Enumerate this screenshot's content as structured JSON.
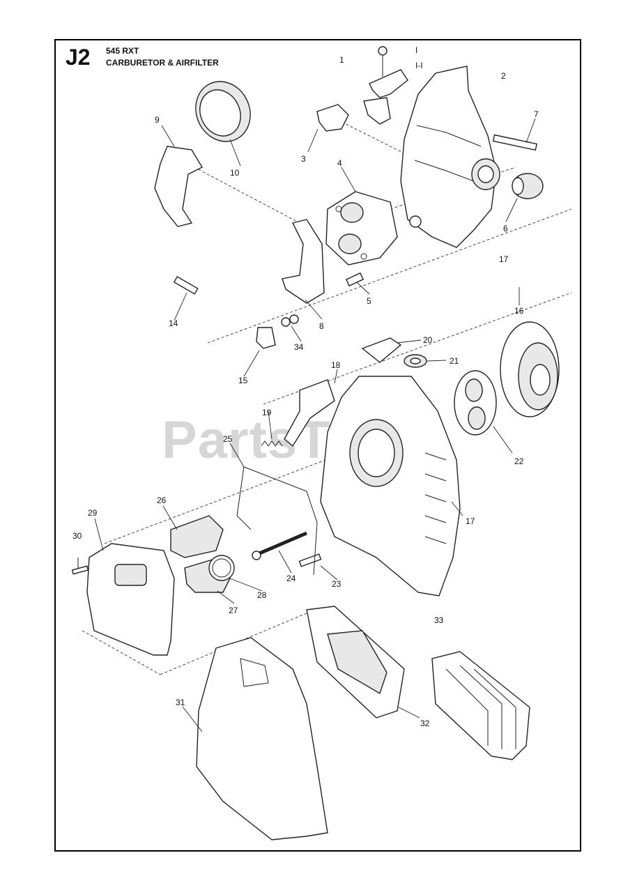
{
  "header": {
    "code": "J2",
    "model": "545 RXT",
    "title": "CARBURETOR & AIRFILTER"
  },
  "watermark": "PartsTree",
  "callouts": [
    {
      "label": "1"
    },
    {
      "label": "2"
    },
    {
      "label": "3"
    },
    {
      "label": "4"
    },
    {
      "label": "5"
    },
    {
      "label": "6"
    },
    {
      "label": "7"
    },
    {
      "label": "8"
    },
    {
      "label": "9"
    },
    {
      "label": "10"
    },
    {
      "label": "14"
    },
    {
      "label": "15"
    },
    {
      "label": "16"
    },
    {
      "label": "17"
    },
    {
      "label": "17"
    },
    {
      "label": "18"
    },
    {
      "label": "19"
    },
    {
      "label": "20"
    },
    {
      "label": "21"
    },
    {
      "label": "22"
    },
    {
      "label": "23"
    },
    {
      "label": "24"
    },
    {
      "label": "25"
    },
    {
      "label": "26"
    },
    {
      "label": "27"
    },
    {
      "label": "28"
    },
    {
      "label": "29"
    },
    {
      "label": "30"
    },
    {
      "label": "31"
    },
    {
      "label": "32"
    },
    {
      "label": "33"
    },
    {
      "label": "34"
    }
  ]
}
